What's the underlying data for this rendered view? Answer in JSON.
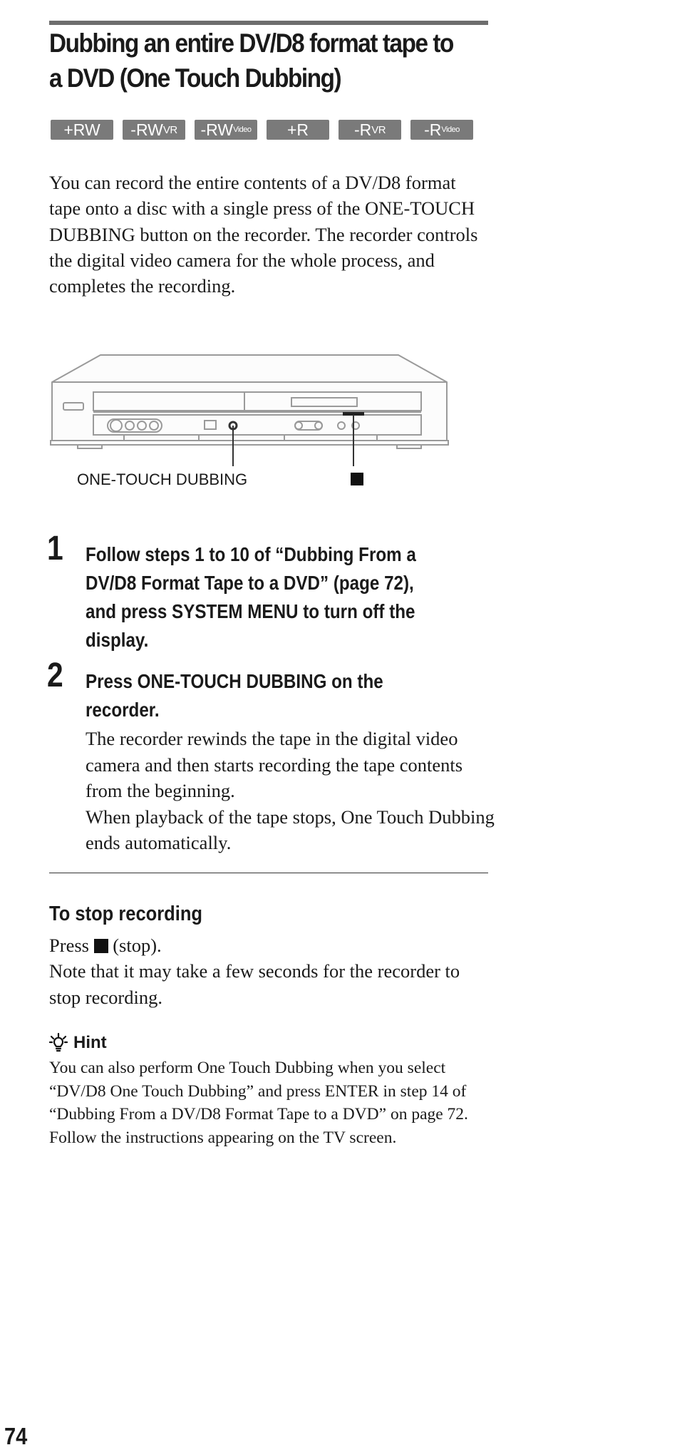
{
  "page": {
    "title": "Dubbing an entire DV/D8 format tape to a DVD (One Touch Dubbing)",
    "page_number": "74"
  },
  "badges": [
    {
      "main": "+RW",
      "sub": ""
    },
    {
      "main": "-RW",
      "sub": "VR"
    },
    {
      "main": "-RW",
      "sub": "Video"
    },
    {
      "main": "+R",
      "sub": ""
    },
    {
      "main": "-R",
      "sub": "VR"
    },
    {
      "main": "-R",
      "sub": "Video"
    }
  ],
  "intro": "You can record the entire contents of a DV/D8 format tape onto a disc with a single press of the ONE-TOUCH DUBBING button on the recorder. The recorder controls the digital video camera for the whole process, and completes the recording.",
  "figure": {
    "label_one_touch": "ONE-TOUCH DUBBING",
    "label_stop_icon": "stop-square-icon"
  },
  "steps": [
    {
      "number": "1",
      "heading": "Follow steps 1 to 10 of “Dubbing From a DV/D8 Format Tape to a DVD” (page 72), and press SYSTEM MENU to turn off the display.",
      "body": ""
    },
    {
      "number": "2",
      "heading": "Press ONE-TOUCH DUBBING on the recorder.",
      "body_1": "The recorder rewinds the tape in the digital video camera and then starts recording the tape contents from the beginning.",
      "body_2": "When playback of the tape stops, One Touch Dubbing ends automatically."
    }
  ],
  "stop_recording": {
    "heading": "To stop recording",
    "line1_prefix": "Press",
    "line1_suffix": "(stop).",
    "line2": "Note that it may take a few seconds for the recorder to stop recording."
  },
  "hint": {
    "icon": "lightbulb-icon",
    "heading": "Hint",
    "body": "You can also perform One Touch Dubbing when you select “DV/D8 One Touch Dubbing” and press ENTER in step 14 of “Dubbing From a DV/D8 Format Tape to a DVD” on page 72. Follow the instructions appearing on the TV screen."
  }
}
